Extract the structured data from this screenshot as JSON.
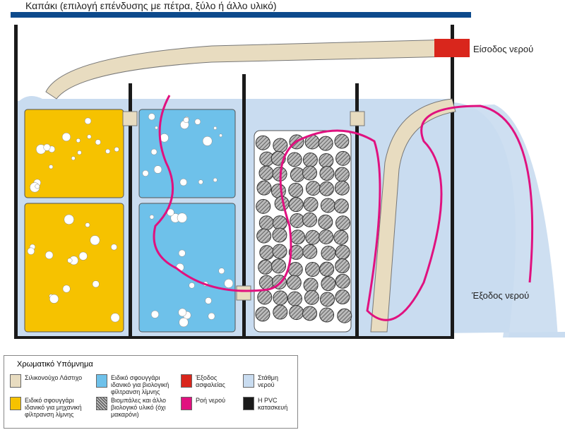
{
  "title": "Καπάκι (επιλογή επένδυσης με πέτρα, ξύλο ή άλλο υλικό)",
  "labels": {
    "inlet": "Είσοδος νερού",
    "outlet": "Έξοδος νερού"
  },
  "legend": {
    "heading": "Χρωματικό Υπόμνημα",
    "items": [
      {
        "label": "Σιλικονούχο Λάστιχο",
        "color": "#e8dcc0"
      },
      {
        "label": "Ειδικό σφουγγάρι ιδανικό για μηχανική φίλτρανση λίμνης",
        "color": "#f6c200"
      },
      {
        "label": "Ειδικό σφουγγάρι ιδανικό για βιολογική φίλτρανση λίμνης",
        "color": "#6ec1ea"
      },
      {
        "label": "Βιομπάλες και άλλο βιολογικό υλικό (όχι μακαρόνι)",
        "color": "#999999"
      },
      {
        "label": "Έξοδος ασφαλείας",
        "color": "#d9261c"
      },
      {
        "label": "Ροή νερού",
        "color": "#e0117f"
      },
      {
        "label": "Στάθμη νερού",
        "color": "#c9dcf0"
      },
      {
        "label": "Η PVC κατασκευή",
        "color": "#1a1a1a"
      }
    ]
  }
}
